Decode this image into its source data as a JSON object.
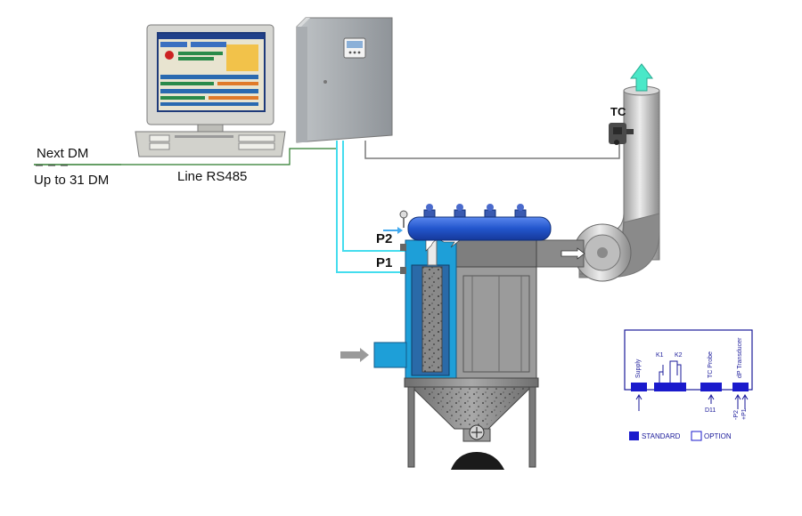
{
  "labels": {
    "next_dm": "Next DM",
    "up_to": "Up to 31 DM",
    "line": "Line RS485",
    "tc": "TC",
    "p2": "P2",
    "p1": "P1"
  },
  "terminal_panel": {
    "supply": "Supply",
    "k1": "K1",
    "k2": "K2",
    "tc_probe": "TC Probe",
    "dp_transducer": "dP Transducer",
    "d11": "D11",
    "p2_port": "-P2",
    "p1_port": "+P1"
  },
  "legend": {
    "standard": "STANDARD",
    "option": "OPTION"
  },
  "colors": {
    "filter_body": "#1e9fd8",
    "manifold": "#2255cc",
    "pneumatic_line": "#44ddee",
    "panel_ink": "#1a1a9a",
    "standard_fill": "#1a1acc",
    "steel": "#8a8a8a"
  },
  "icons": [
    "computer-monitor-icon",
    "control-cabinet-icon",
    "temperature-sensor-icon",
    "fan-icon",
    "exhaust-arrow-icon",
    "inlet-arrow-icon"
  ]
}
